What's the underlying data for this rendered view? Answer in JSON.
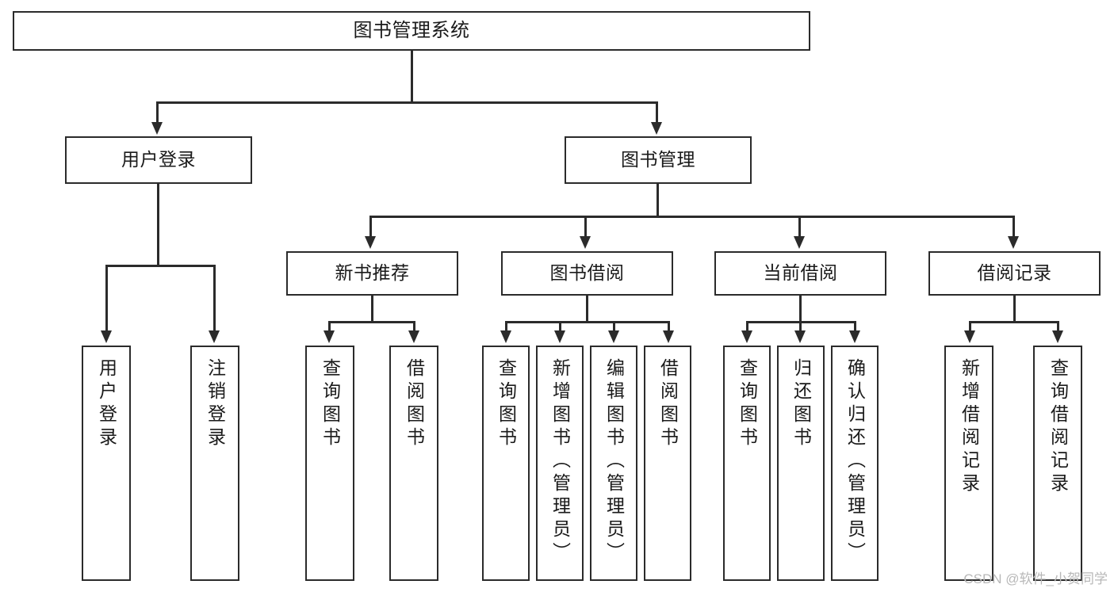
{
  "diagram": {
    "title": "图书管理系统",
    "type": "hierarchy-tree",
    "watermark": "CSDN @软件_小贺同学",
    "colors": {
      "stroke": "#2b2b2b",
      "fill": "#ffffff",
      "text": "#1a1a1a",
      "watermark": "#b8b8b8"
    },
    "levels": {
      "root": "图书管理系统",
      "level2": [
        "用户登录",
        "图书管理"
      ],
      "level3": [
        "新书推荐",
        "图书借阅",
        "当前借阅",
        "借阅记录"
      ]
    },
    "nodes": {
      "root": "图书管理系统",
      "user_login": "用户登录",
      "book_manage": "图书管理",
      "new_book_rec": "新书推荐",
      "book_borrow": "图书借阅",
      "current_borrow": "当前借阅",
      "borrow_record": "借阅记录",
      "leaf_user_login": "用户登录",
      "leaf_user_logout": "注销登录",
      "leaf_query_book_1": "查询图书",
      "leaf_borrow_book_1": "借阅图书",
      "leaf_query_book_2": "查询图书",
      "leaf_add_book": "新增图书（管理员）",
      "leaf_edit_book": "编辑图书（管理员）",
      "leaf_borrow_book_2": "借阅图书",
      "leaf_query_book_3": "查询图书",
      "leaf_return_book": "归还图书",
      "leaf_confirm_return": "确认归还（管理员）",
      "leaf_add_record": "新增借阅记录",
      "leaf_query_record": "查询借阅记录"
    },
    "edges": [
      {
        "from": "图书管理系统",
        "to": "用户登录"
      },
      {
        "from": "图书管理系统",
        "to": "图书管理"
      },
      {
        "from": "图书管理",
        "to": "新书推荐"
      },
      {
        "from": "图书管理",
        "to": "图书借阅"
      },
      {
        "from": "图书管理",
        "to": "当前借阅"
      },
      {
        "from": "图书管理",
        "to": "借阅记录"
      },
      {
        "from": "用户登录",
        "to": "用户登录"
      },
      {
        "from": "用户登录",
        "to": "注销登录"
      },
      {
        "from": "新书推荐",
        "to": "查询图书"
      },
      {
        "from": "新书推荐",
        "to": "借阅图书"
      },
      {
        "from": "图书借阅",
        "to": "查询图书"
      },
      {
        "from": "图书借阅",
        "to": "新增图书（管理员）"
      },
      {
        "from": "图书借阅",
        "to": "编辑图书（管理员）"
      },
      {
        "from": "图书借阅",
        "to": "借阅图书"
      },
      {
        "from": "当前借阅",
        "to": "查询图书"
      },
      {
        "from": "当前借阅",
        "to": "归还图书"
      },
      {
        "from": "当前借阅",
        "to": "确认归还（管理员）"
      },
      {
        "from": "借阅记录",
        "to": "新增借阅记录"
      },
      {
        "from": "借阅记录",
        "to": "查询借阅记录"
      }
    ]
  }
}
